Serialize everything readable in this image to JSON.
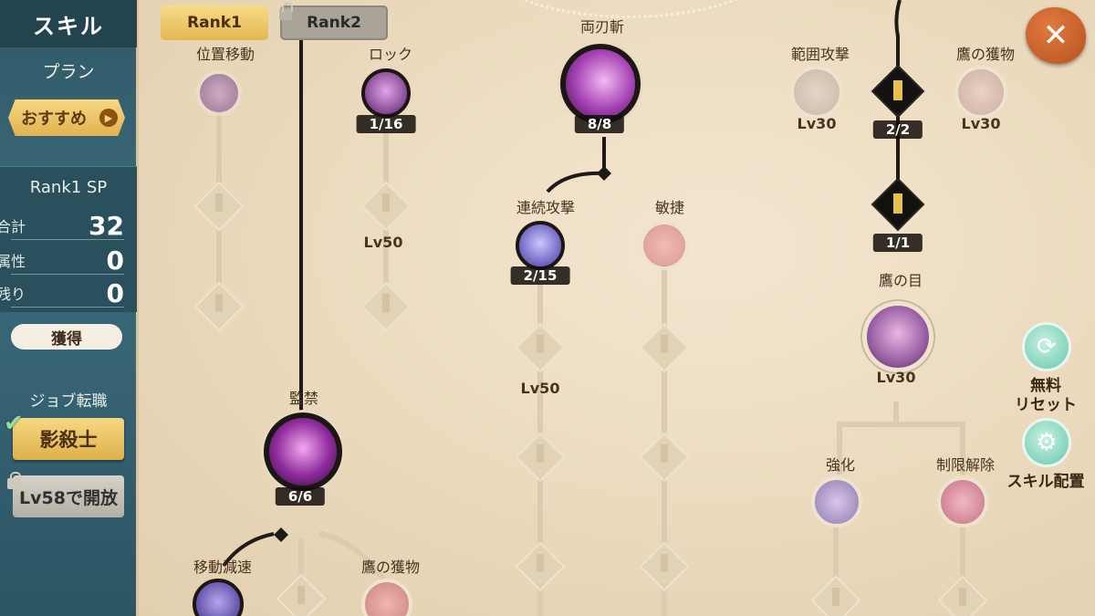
{
  "sidebar": {
    "title": "スキル",
    "plan_label": "プラン",
    "recommend_button": "おすすめ",
    "sp_header": "Rank1 SP",
    "rows": [
      {
        "label": "合計",
        "value": "32"
      },
      {
        "label": "属性",
        "value": "0"
      },
      {
        "label": "残り",
        "value": "0"
      }
    ],
    "get_button": "獲得",
    "job_header": "ジョブ転職",
    "job_button": "影殺士",
    "locked_button": "Lv58で開放"
  },
  "tabs": [
    {
      "label": "Rank1",
      "active": true
    },
    {
      "label": "Rank2",
      "active": false,
      "locked": true
    }
  ],
  "skills": {
    "ichi_idou": {
      "label": "位置移動"
    },
    "lock": {
      "label": "ロック",
      "count": "1/16"
    },
    "ryoujin": {
      "label": "両刃斬",
      "count": "8/8"
    },
    "hanni": {
      "label": "範囲攻撃",
      "level": "Lv30"
    },
    "taka_emono_top": {
      "label": "鷹の獲物",
      "level": "Lv30"
    },
    "gold_top": {
      "count": "2/2"
    },
    "gold_mid": {
      "count": "1/1"
    },
    "renzoku": {
      "label": "連続攻撃",
      "count": "2/15"
    },
    "binsho": {
      "label": "敏捷"
    },
    "taka_me": {
      "label": "鷹の目",
      "level": "Lv30"
    },
    "kankin": {
      "label": "監禁",
      "count": "6/6"
    },
    "kyouka": {
      "label": "強化"
    },
    "seigen": {
      "label": "制限解除"
    },
    "idou_gensoku": {
      "label": "移動減速"
    },
    "taka_emono_bottom": {
      "label": "鷹の獲物"
    }
  },
  "levels": {
    "lock_col": "Lv50",
    "renzoku_col": "Lv50"
  },
  "right_buttons": {
    "reset_label_1": "無料",
    "reset_label_2": "リセット",
    "config_label": "スキル配置"
  },
  "icons": {
    "close": "close-icon",
    "reset": "refresh-icon",
    "config": "gear-icon",
    "play": "play-icon",
    "lock": "lock-icon",
    "check": "check-icon"
  }
}
